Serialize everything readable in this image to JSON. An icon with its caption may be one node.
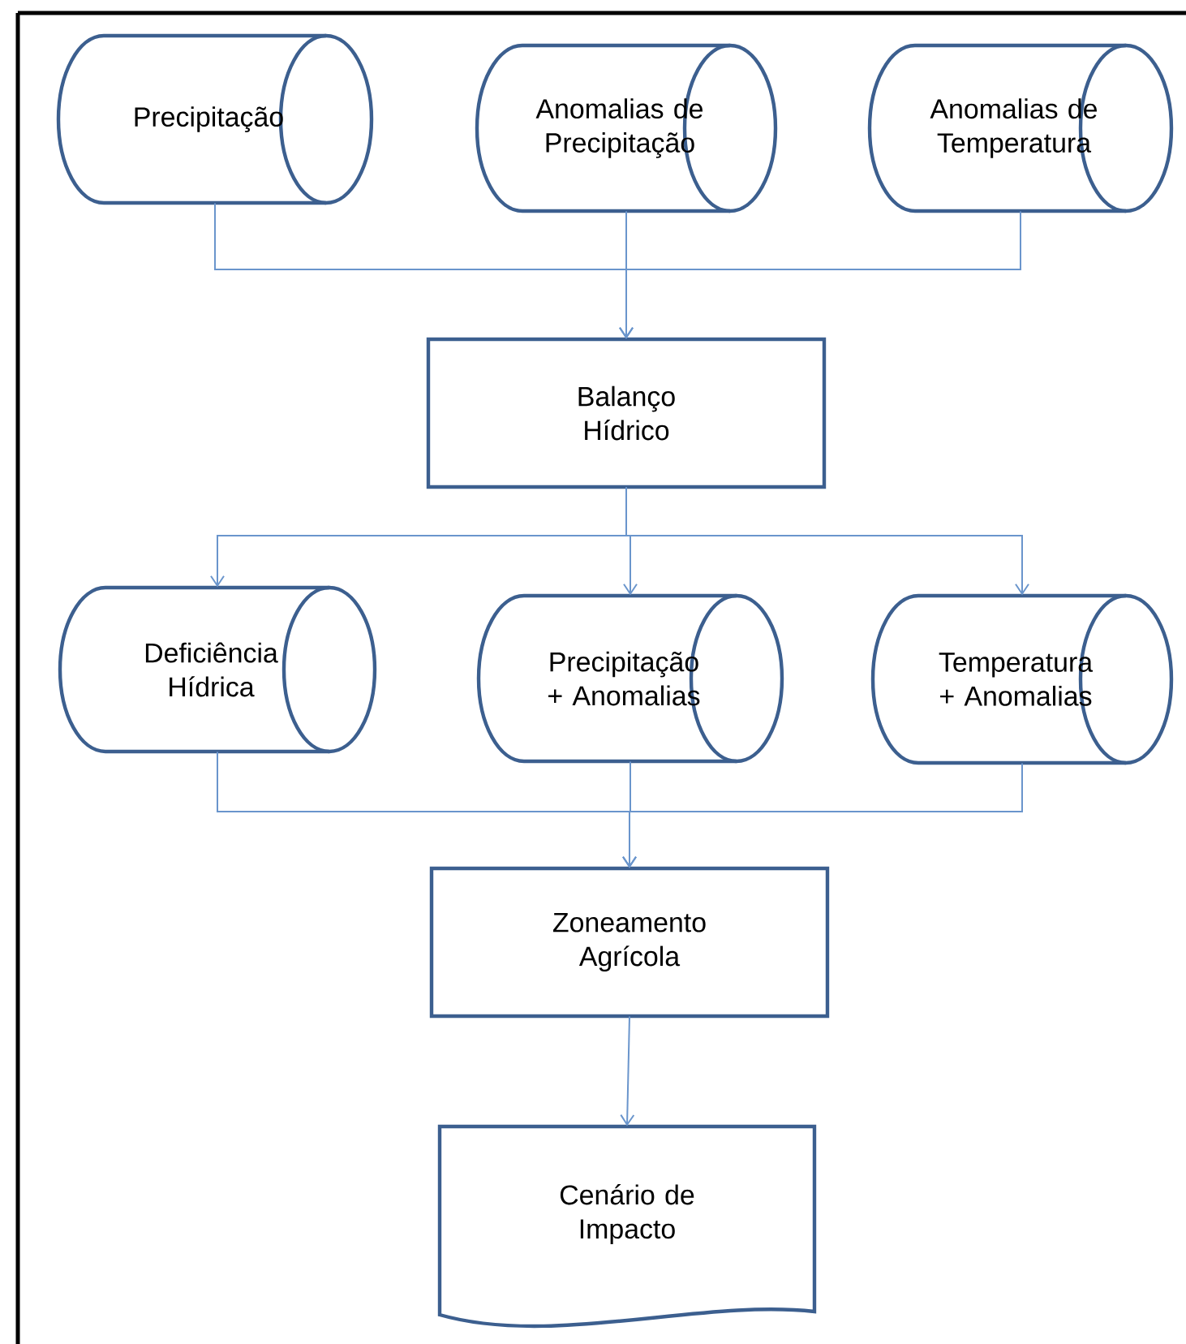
{
  "diagram": {
    "nodes": [
      {
        "text": [
          "Precipitação"
        ]
      },
      {
        "text": [
          "Anomalias de Precipitação"
        ]
      },
      {
        "text": [
          "Anomalias de Temperatura"
        ]
      },
      {
        "text": [
          "Balanço Hídrico"
        ]
      },
      {
        "text": [
          "Deficiência Hídrica"
        ]
      },
      {
        "text": [
          "Precipitação + Anomalias"
        ]
      },
      {
        "text": [
          "Temperatura + Anomalias"
        ]
      },
      {
        "text": [
          "Zoneamento Agrícola"
        ]
      },
      {
        "text": [
          "Cenário de Impacto"
        ]
      }
    ],
    "edges": [
      {
        "from": 0,
        "to": 3,
        "arrow": "to"
      },
      {
        "from": 1,
        "to": 3,
        "arrow": "to"
      },
      {
        "from": 2,
        "to": 3,
        "arrow": "to"
      },
      {
        "from": 3,
        "to": 4,
        "arrow": "to"
      },
      {
        "from": 3,
        "to": 5,
        "arrow": "to"
      },
      {
        "from": 3,
        "to": 6,
        "arrow": "to"
      },
      {
        "from": 4,
        "to": 7,
        "arrow": "to"
      },
      {
        "from": 5,
        "to": 7,
        "arrow": "to"
      },
      {
        "from": 6,
        "to": 7,
        "arrow": "to"
      },
      {
        "from": 7,
        "to": 8,
        "arrow": "to"
      }
    ]
  }
}
